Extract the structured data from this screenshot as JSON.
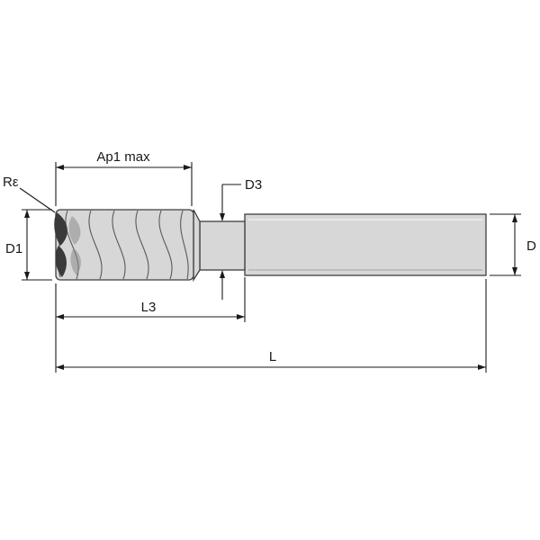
{
  "labels": {
    "ap1": "Ap1 max",
    "corner_radius": "Rε",
    "d3": "D3",
    "d1": "D1",
    "l3": "L3",
    "l": "L",
    "d": "D"
  },
  "colors": {
    "background": "#ffffff",
    "tool_fill": "#d7d7d7",
    "tool_stroke": "#3f3f3f",
    "flute_shadow": "#3a3a3a",
    "dimension": "#1a1a1a"
  }
}
